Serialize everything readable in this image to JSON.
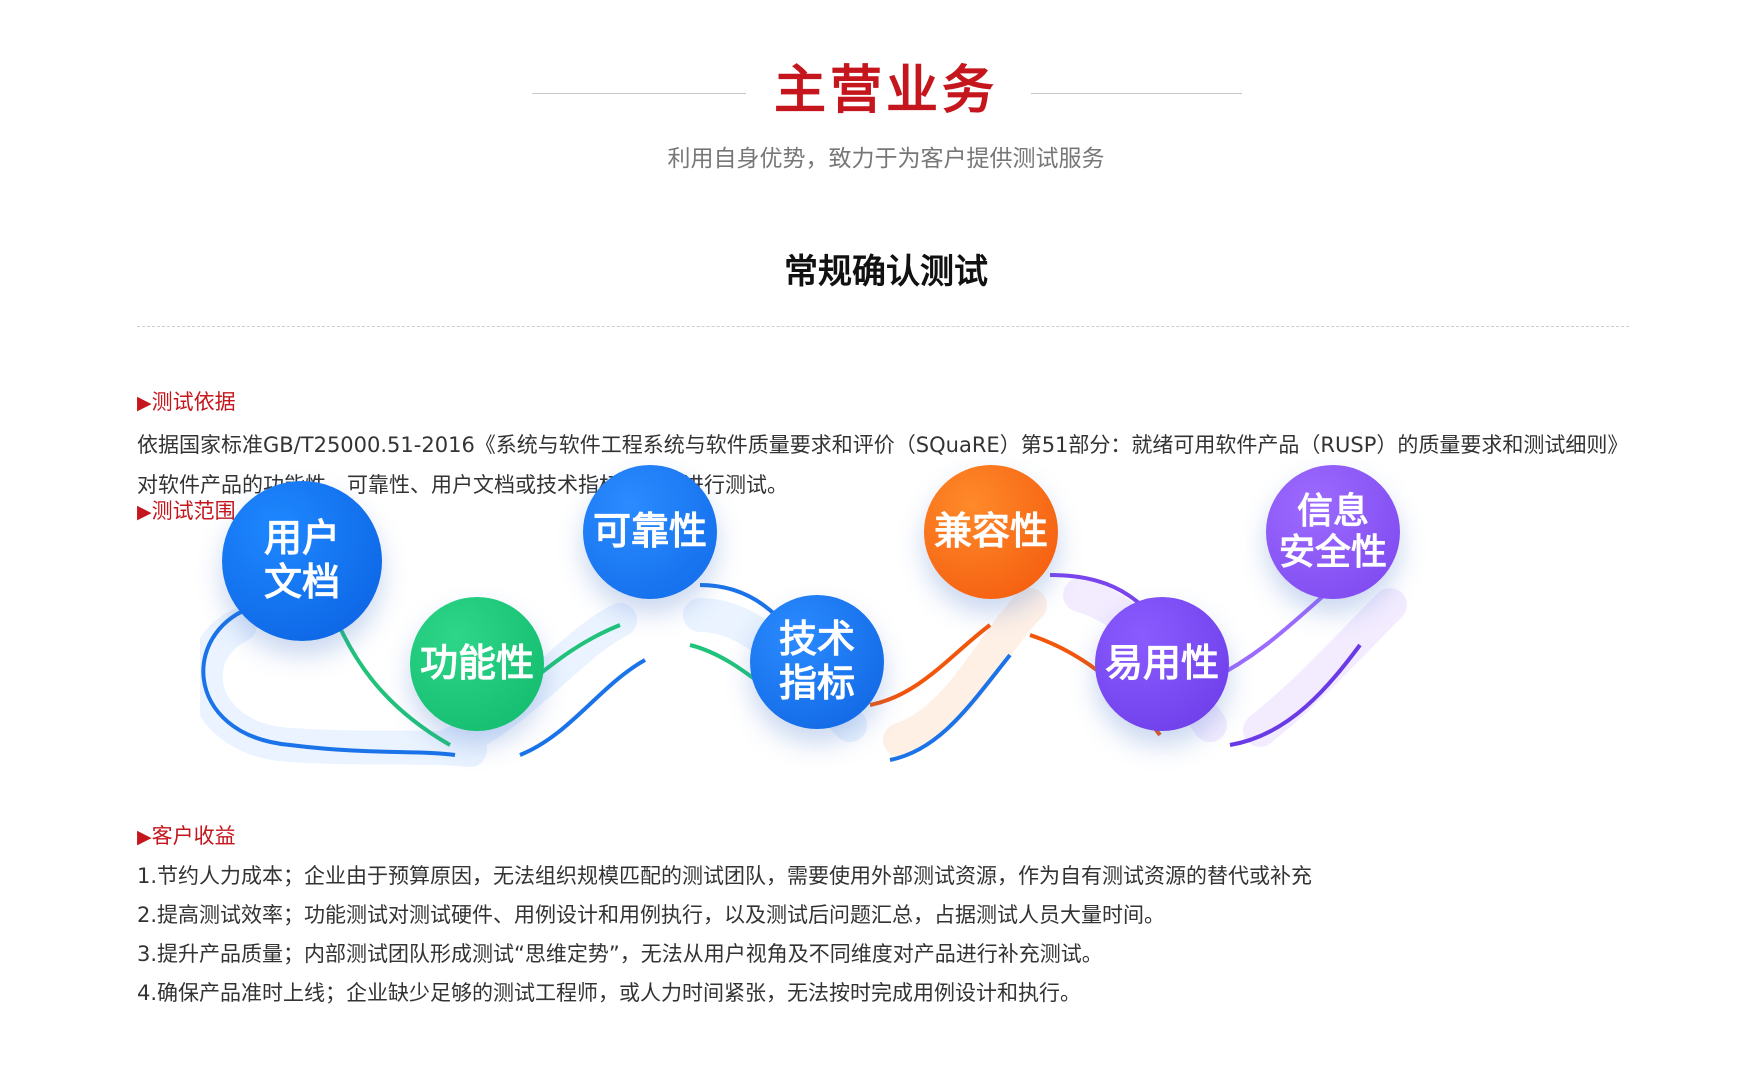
{
  "header": {
    "title": "主营业务",
    "subtitle": "利用自身优势，致力于为客户提供测试服务"
  },
  "section": {
    "title": "常规确认测试"
  },
  "basis": {
    "marker": "▶",
    "label": "测试依据",
    "text": "依据国家标准GB/T25000.51-2016《系统与软件工程系统与软件质量要求和评价（SQuaRE）第51部分：就绪可用软件产品（RUSP）的质量要求和测试细则》对软件产品的功能性、可靠性、用户文档或技术指标等方面进行测试。"
  },
  "scope": {
    "marker": "▶",
    "label": "测试范围",
    "nodes": [
      {
        "line1": "用户",
        "line2": "文档",
        "color_from": "#1e88ff",
        "color_to": "#0a5fe0"
      },
      {
        "line1": "功能性",
        "line2": "",
        "color_from": "#2ed68a",
        "color_to": "#10b86a"
      },
      {
        "line1": "可靠性",
        "line2": "",
        "color_from": "#2b8bff",
        "color_to": "#0f6ae8"
      },
      {
        "line1": "技术",
        "line2": "指标",
        "color_from": "#2b8bff",
        "color_to": "#0d63e0"
      },
      {
        "line1": "兼容性",
        "line2": "",
        "color_from": "#ff8a2a",
        "color_to": "#f2560b"
      },
      {
        "line1": "易用性",
        "line2": "",
        "color_from": "#8a5cff",
        "color_to": "#6a3ae6"
      },
      {
        "line1": "信息",
        "line2": "安全性",
        "color_from": "#9d6bff",
        "color_to": "#7a45ee"
      }
    ]
  },
  "benefits": {
    "marker": "▶",
    "label": "客户收益",
    "items": [
      "1.节约人力成本；企业由于预算原因，无法组织规模匹配的测试团队，需要使用外部测试资源，作为自有测试资源的替代或补充",
      "2.提高测试效率；功能测试对测试硬件、用例设计和用例执行，以及测试后问题汇总，占据测试人员大量时间。",
      "3.提升产品质量；内部测试团队形成测试“思维定势”，无法从用户视角及不同维度对产品进行补充测试。",
      "4.确保产品准时上线；企业缺少足够的测试工程师，或人力时间紧张，无法按时完成用例设计和执行。"
    ]
  }
}
